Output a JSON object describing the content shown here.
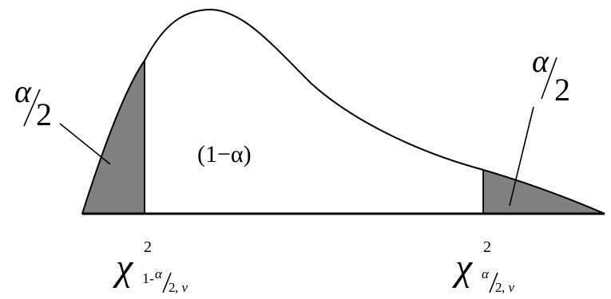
{
  "diagram": {
    "tail_fill_color": "#808080",
    "left_tail_label": {
      "numerator": "α",
      "denominator": "2"
    },
    "right_tail_label": {
      "numerator": "α",
      "denominator": "2"
    },
    "center_label": "(1−α)",
    "left_critical": {
      "symbol": "χ",
      "superscript": "2",
      "subscript_prefix": "1-",
      "sub_num": "α",
      "sub_den": "2",
      "sub_suffix": ", ν"
    },
    "right_critical": {
      "symbol": "χ",
      "superscript": "2",
      "sub_num": "α",
      "sub_den": "2",
      "sub_suffix": ", ν"
    }
  }
}
